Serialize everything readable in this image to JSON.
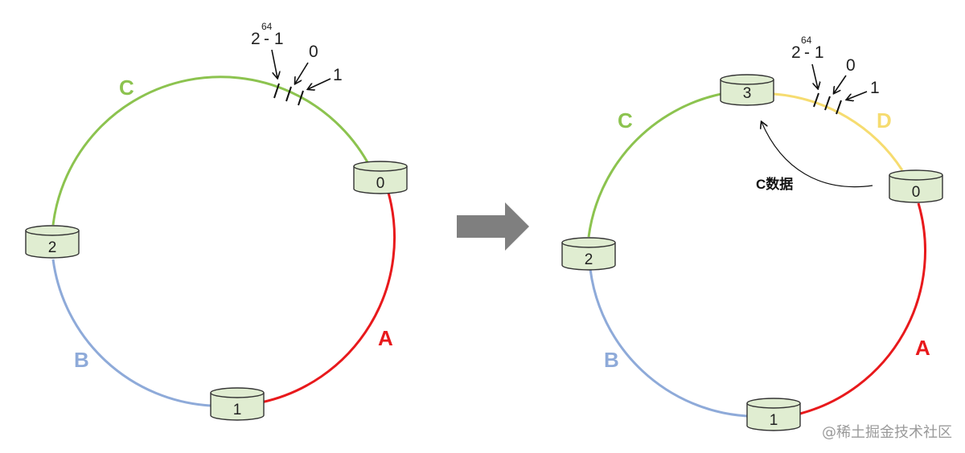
{
  "colors": {
    "A": "#e8191c",
    "B": "#8eaad9",
    "C": "#8cc34f",
    "D": "#f6dc70",
    "node_fill": "#e0edd1",
    "node_stroke": "#333333",
    "arrow": "#7f7f7f"
  },
  "hash_labels": {
    "base": "2",
    "exp": "64",
    "minus_one": "- 1",
    "zero": "0",
    "one": "1"
  },
  "left": {
    "nodes": [
      "0",
      "1",
      "2"
    ],
    "segments": {
      "A": "A",
      "B": "B",
      "C": "C"
    }
  },
  "right": {
    "nodes": [
      "0",
      "1",
      "2",
      "3"
    ],
    "segments": {
      "A": "A",
      "B": "B",
      "C": "C",
      "D": "D"
    },
    "migration_label": "C数据"
  },
  "watermark": "@稀土掘金技术社区"
}
